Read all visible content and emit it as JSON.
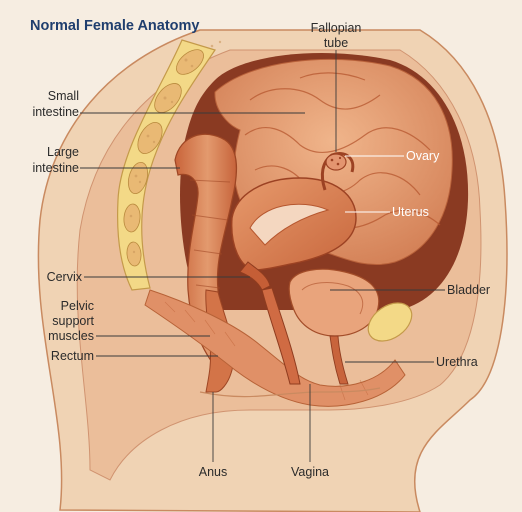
{
  "title": "Normal Female Anatomy",
  "labels": {
    "fallopian_tube_1": "Fallopian",
    "fallopian_tube_2": "tube",
    "small_intestine_1": "Small",
    "small_intestine_2": "intestine",
    "large_intestine_1": "Large",
    "large_intestine_2": "intestine",
    "ovary": "Ovary",
    "uterus": "Uterus",
    "cervix": "Cervix",
    "bladder": "Bladder",
    "pelvic_1": "Pelvic",
    "pelvic_2": "support",
    "pelvic_3": "muscles",
    "rectum": "Rectum",
    "urethra": "Urethra",
    "anus": "Anus",
    "vagina": "Vagina"
  },
  "colors": {
    "background": "#f6ede1",
    "skin": "#f0d3b4",
    "flesh": "#e8b18a",
    "organ": "#d9865c",
    "organ_dark": "#b9562f",
    "cavity": "#8a3a22",
    "bone": "#f3d987",
    "title": "#1f3e6e"
  }
}
